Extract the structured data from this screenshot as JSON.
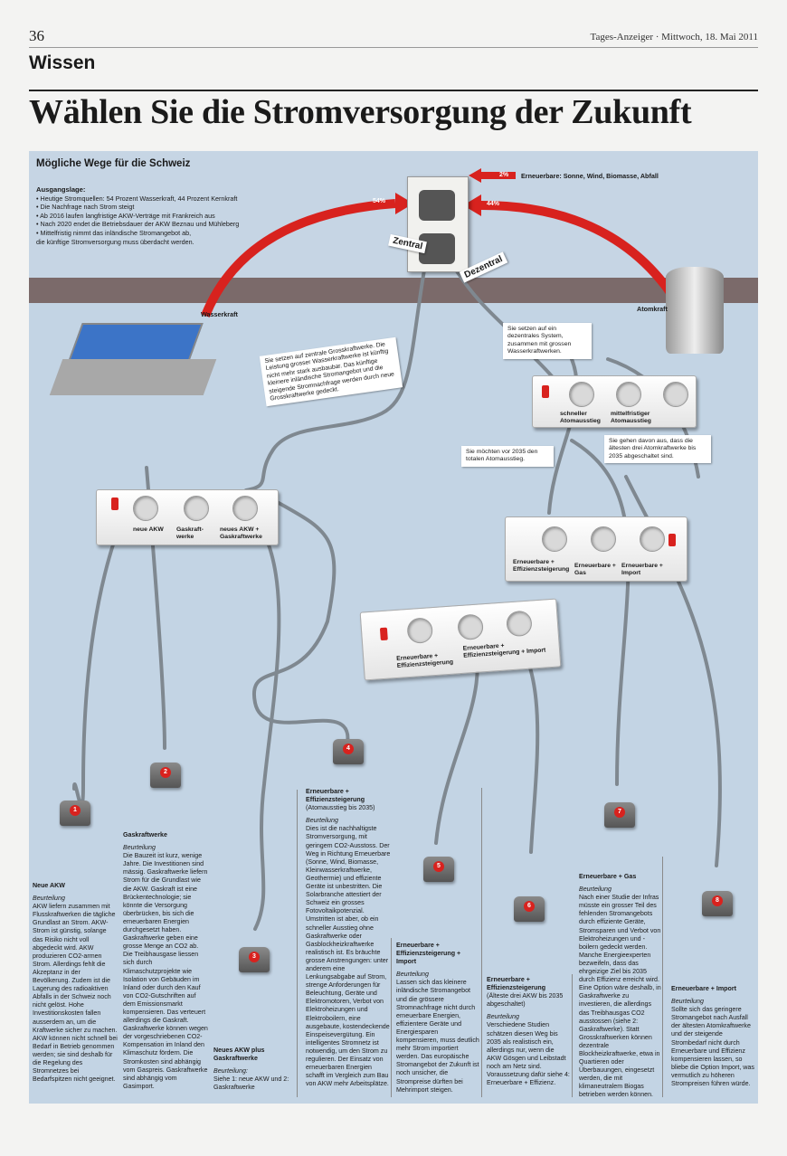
{
  "header": {
    "page_number": "36",
    "newspaper_line": "Tages-Anzeiger · Mittwoch, 18. Mai 2011",
    "section": "Wissen",
    "headline": "Wählen Sie die Stromversorgung der Zukunft"
  },
  "graphic": {
    "title": "Mögliche Wege für die Schweiz",
    "ausgangslage_title": "Ausgangslage:",
    "ausgangslage": [
      "• Heutige Stromquellen: 54 Prozent Wasserkraft, 44 Prozent Kernkraft",
      "• Die Nachfrage nach Strom steigt",
      "• Ab 2016 laufen langfristige AKW-Verträge mit Frankreich aus",
      "• Nach 2020 endet die Betriebsdauer der AKW Beznau und Mühleberg",
      "• Mittelfristig nimmt das inländische Stromangebot ab,",
      "  die künftige Stromversorgung muss überdacht werden."
    ],
    "arrows": {
      "wasser_pct": "54%",
      "atom_pct": "44%",
      "erneuerbar_pct": "2%"
    },
    "erneuerbare_label": "Erneuerbare: Sonne, Wind, Biomasse, Abfall",
    "wasserkraft_label": "Wasserkraft",
    "atomkraft_label": "Atomkraft",
    "zentral_label": "Zentral",
    "dezentral_label": "Dezentral",
    "note_zentral": "Sie setzen auf zentrale Grosskraftwerke. Die Leistung grosser Wasserkraftwerke ist künftig nicht mehr stark ausbaubar. Das künftige kleinere inländische Stromangebot und die steigende Stromnachfrage werden durch neue Grosskraftwerke gedeckt.",
    "note_dezentral": "Sie setzen auf ein dezentrales System, zusammen mit grossen Wasserkraftwerken.",
    "note_totalausstieg": "Sie möchten vor 2035 den totalen Atomausstieg.",
    "note_aelteste": "Sie gehen davon aus, dass die ältesten drei Atomkraftwerke bis 2035 abgeschaltet sind.",
    "strip_top_labels": [
      "schneller Atomausstieg",
      "mittelfristiger Atomausstieg"
    ],
    "strip_left_labels": [
      "neue AKW",
      "Gaskraft-werke",
      "neues AKW + Gaskraftwerke"
    ],
    "strip_right_labels": [
      "Erneuerbare + Effizienzsteigerung",
      "Erneuerbare + Gas",
      "Erneuerbare + Import"
    ],
    "strip_center_labels": [
      "Erneuerbare + Effizienzsteigerung",
      "Erneuerbare + Effizienzsteigerung + Import"
    ],
    "plug_numbers": [
      "1",
      "2",
      "3",
      "4",
      "5",
      "6",
      "7",
      "8"
    ]
  },
  "columns": [
    {
      "title": "Neue AKW",
      "beurteilung": "Beurteilung",
      "text": "AKW liefern zusammen mit Flusskraftwerken die tägliche Grundlast an Strom. AKW-Strom ist günstig, solange das Risiko nicht voll abgedeckt wird. AKW produzieren CO2-armen Strom. Allerdings fehlt die Akzeptanz in der Bevölkerung. Zudem ist die Lagerung des radioaktiven Abfalls in der Schweiz noch nicht gelöst. Hohe Investitionskosten fallen ausserdem an, um die Kraftwerke sicher zu machen. AKW können nicht schnell bei Bedarf in Betrieb genommen werden; sie sind deshalb für die Regelung des Stromnetzes bei Bedarfspitzen nicht geeignet."
    },
    {
      "title": "Gaskraftwerke",
      "beurteilung": "Beurteilung",
      "text": "Die Bauzeit ist kurz, wenige Jahre. Die Investitionen sind mässig. Gaskraftwerke liefern Strom für die Grundlast wie die AKW. Gaskraft ist eine Brückentechnologie; sie könnte die Versorgung überbrücken, bis sich die erneuerbaren Energien durchgesetzt haben. Gaskraftwerke geben eine grosse Menge an CO2 ab. Die Treibhausgase liessen sich durch Klimaschutzprojekte wie Isolation von Gebäuden im Inland oder durch den Kauf von CO2-Gutschriften auf dem Emissionsmarkt kompensieren. Das verteuert allerdings die Gaskraft. Gaskraftwerke können wegen der vorgeschriebenen CO2-Kompensation im Inland den Klimaschutz fördern. Die Stromkosten sind abhängig vom Gaspreis. Gaskraftwerke sind abhängig vom Gasimport."
    },
    {
      "title": "Neues AKW plus Gaskraftwerke",
      "beurteilung": "Beurteilung:",
      "text": "Siehe 1: neue AKW und 2: Gaskraftwerke"
    },
    {
      "title": "Erneuerbare + Effizienzsteigerung",
      "subtitle": "(Atomausstieg bis 2035)",
      "beurteilung": "Beurteilung",
      "text": "Dies ist die nachhaltigste Stromversorgung, mit geringem CO2-Ausstoss. Der Weg in Richtung Erneuerbare (Sonne, Wind, Biomasse, Kleinwasserkraftwerke, Geothermie) und effiziente Geräte ist unbestritten. Die Solarbranche attestiert der Schweiz ein grosses Fotovoltaikpotenzial. Umstritten ist aber, ob ein schneller Ausstieg ohne Gaskraftwerke oder Gasblockheizkraftwerke realistisch ist. Es bräuchte grosse Anstrengungen: unter anderem eine Lenkungsabgabe auf Strom, strenge Anforderungen für Beleuchtung, Geräte und Elektromotoren, Verbot von Elektroheizungen und Elektroboilern, eine ausgebaute, kostendeckende Einspeisevergütung. Ein intelligentes Stromnetz ist notwendig, um den Strom zu regulieren. Der Einsatz von erneuerbaren Energien schafft im Vergleich zum Bau von AKW mehr Arbeitsplätze."
    },
    {
      "title": "Erneuerbare + Effizienzsteigerung + Import",
      "beurteilung": "Beurteilung",
      "text": "Lassen sich das kleinere inländische Stromangebot und die grössere Stromnachfrage nicht durch erneuerbare Energien, effizientere Geräte und Energiesparen kompensieren, muss deutlich mehr Strom importiert werden. Das europäische Stromangebot der Zukunft ist noch unsicher, die Strompreise dürften bei Mehrimport steigen."
    },
    {
      "title": "Erneuerbare + Effizienzsteigerung",
      "subtitle": "(Älteste drei AKW bis 2035 abgeschaltet)",
      "beurteilung": "Beurteilung",
      "text": "Verschiedene Studien schätzen diesen Weg bis 2035 als realistisch ein, allerdings nur, wenn die AKW Gösgen und Leibstadt noch am Netz sind. Voraussetzung dafür siehe 4: Erneuerbare + Effizienz."
    },
    {
      "title": "Erneuerbare + Gas",
      "beurteilung": "Beurteilung",
      "text": "Nach einer Studie der Infras müsste ein grosser Teil des fehlenden Stromangebots durch effiziente Geräte, Stromsparen und Verbot von Elektroheizungen und -boilern gedeckt werden. Manche Energieexperten bezweifeln, dass das ehrgeizige Ziel bis 2035 durch Effizienz erreicht wird. Eine Option wäre deshalb, in Gaskraftwerke zu investieren, die allerdings das Treibhausgas CO2 ausstossen (siehe 2: Gaskraftwerke). Statt Grosskraftwerken können dezentrale Blockheizkraftwerke, etwa in Quartieren oder Überbauungen, eingesetzt werden, die mit klimaneutralem Biogas betrieben werden können."
    },
    {
      "title": "Erneuerbare + Import",
      "beurteilung": "Beurteilung",
      "text": "Sollte sich das geringere Stromangebot nach Ausfall der ältesten Atomkraftwerke und der steigende Strombedarf nicht durch Erneuerbare und Effizienz kompensieren lassen, so bliebe die Option Import, was vermutlich zu höheren Strompreisen führen würde."
    }
  ],
  "colors": {
    "arrow_red": "#d8221e",
    "wall": "#c6d5e4",
    "baseboard": "#7b6a6a",
    "cable": "#7f8890"
  }
}
